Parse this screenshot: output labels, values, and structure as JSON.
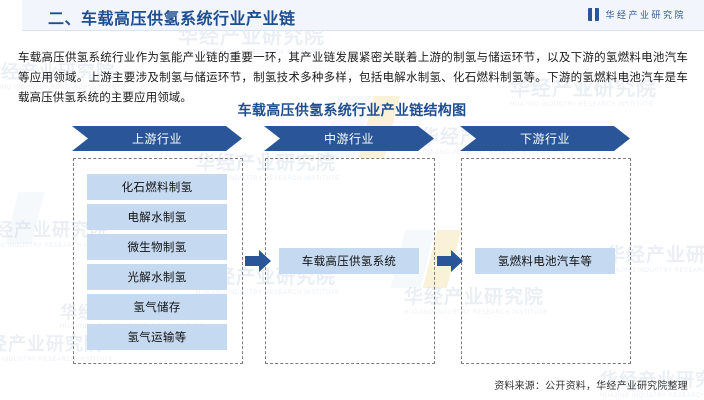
{
  "header": {
    "title": "二、车载高压供氢系统行业产业链",
    "brand_name": "华经产业研究院",
    "brand_icon": "book-icon",
    "accent_color": "#1f4e90",
    "band_color": "#f2f6fc"
  },
  "intro": {
    "paragraph": "车载高压供氢系统行业作为氢能产业链的重要一环，其产业链发展紧密关联着上游的制氢与储运环节，以及下游的氢燃料电池汽车等应用领域。上游主要涉及制氢与储运环节，制氢技术多种多样，包括电解水制氢、化石燃料制氢等。下游的氢燃料电池汽车是车载高压供氢系统的主要应用领域。"
  },
  "chart_data": {
    "type": "diagram",
    "title": "车载高压供氢系统行业产业链结构图",
    "banner_color": "#2a5699",
    "node_color": "#c5d9f1",
    "panel_border": "#7d7d7d",
    "stages": [
      {
        "label": "上游行业",
        "items": [
          "化石燃料制氢",
          "电解水制氢",
          "微生物制氢",
          "光解水制氢",
          "氢气储存",
          "氢气运输等"
        ]
      },
      {
        "label": "中游行业",
        "items": [
          "车载高压供氢系统"
        ]
      },
      {
        "label": "下游行业",
        "items": [
          "氢燃料电池汽车等"
        ]
      }
    ],
    "connectors": [
      {
        "name": "arrow-upstream-to-midstream",
        "direction": "right"
      },
      {
        "name": "arrow-midstream-to-downstream",
        "direction": "right"
      }
    ]
  },
  "footer": {
    "source": "资料来源：公开资料，华经产业研究院整理"
  },
  "watermarks": {
    "text": "华经产业研究院",
    "sub": "HUAJING INDUSTRY RESEARCH INSTITUTE"
  }
}
